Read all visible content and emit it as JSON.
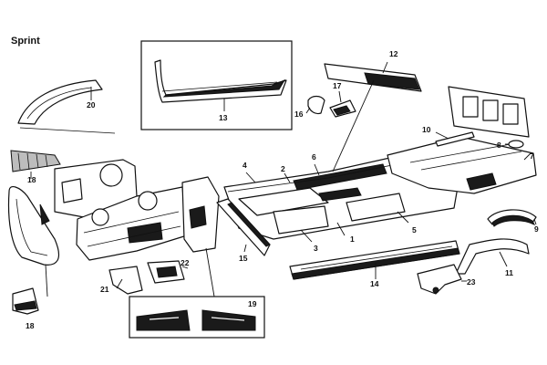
{
  "title": "Sprint",
  "callouts": [
    "1",
    "2",
    "3",
    "4",
    "5",
    "6",
    "7",
    "8",
    "9",
    "10",
    "11",
    "12",
    "13",
    "14",
    "15",
    "16",
    "17",
    "18",
    "18",
    "19",
    "20",
    "21",
    "22",
    "23"
  ],
  "colors": {
    "ink": "#111111",
    "paper": "#ffffff",
    "shade": "#1a1a1a"
  }
}
